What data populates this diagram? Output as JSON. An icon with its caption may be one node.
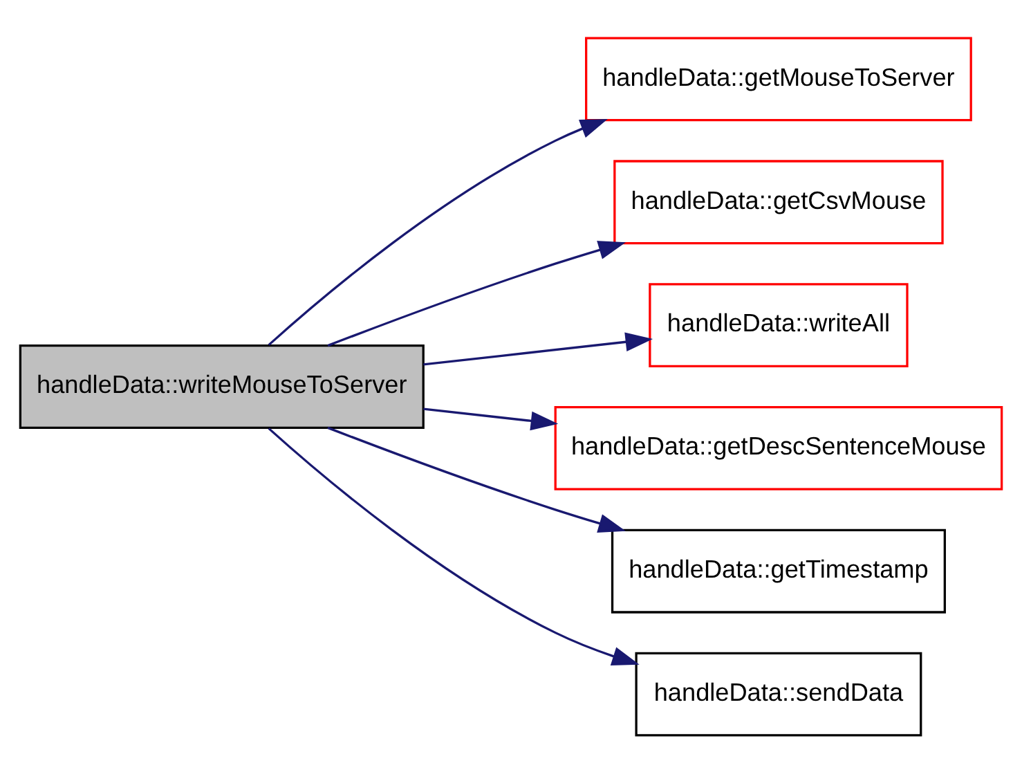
{
  "diagram": {
    "nodes": [
      {
        "text": [
          "handleData::writeMouseToServer"
        ]
      },
      {
        "text": [
          "handleData::getMouseToServer"
        ]
      },
      {
        "text": [
          "handleData::getCsvMouse"
        ]
      },
      {
        "text": [
          "handleData::writeAll"
        ]
      },
      {
        "text": [
          "handleData::getDescSentenceMouse"
        ]
      },
      {
        "text": [
          "handleData::getTimestamp"
        ]
      },
      {
        "text": [
          "handleData::sendData"
        ]
      }
    ],
    "edges": [
      {
        "from": 0,
        "to": 1,
        "arrow": "to"
      },
      {
        "from": 0,
        "to": 2,
        "arrow": "to"
      },
      {
        "from": 0,
        "to": 3,
        "arrow": "to"
      },
      {
        "from": 0,
        "to": 4,
        "arrow": "to"
      },
      {
        "from": 0,
        "to": 5,
        "arrow": "to"
      },
      {
        "from": 0,
        "to": 6,
        "arrow": "to"
      }
    ]
  }
}
